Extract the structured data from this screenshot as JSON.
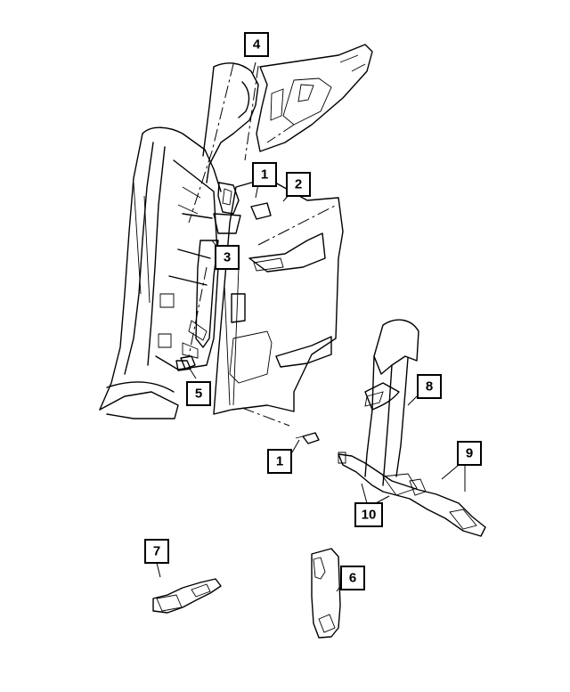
{
  "callouts": [
    {
      "id": "c4a",
      "label": "4"
    },
    {
      "id": "c1a",
      "label": "1"
    },
    {
      "id": "c2",
      "label": "2"
    },
    {
      "id": "c3",
      "label": "3"
    },
    {
      "id": "c5",
      "label": "5"
    },
    {
      "id": "c8",
      "label": "8"
    },
    {
      "id": "c1b",
      "label": "1"
    },
    {
      "id": "c9",
      "label": "9"
    },
    {
      "id": "c10",
      "label": "10"
    },
    {
      "id": "c7",
      "label": "7"
    },
    {
      "id": "c6",
      "label": "6"
    }
  ]
}
